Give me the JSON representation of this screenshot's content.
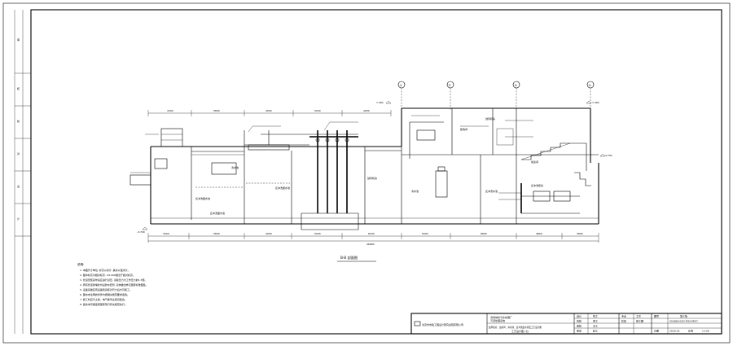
{
  "section_title": "B-B 剖面图",
  "axis_markers": [
    "①",
    "②",
    "③",
    "④"
  ],
  "room_labels": {
    "room_a": "反冲洗废水池",
    "room_b": "反冲洗废水池",
    "room_c": "反冲洗废水池",
    "room_d": "清水池",
    "room_e": "鼓风机房",
    "room_f": "配电间",
    "room_g": "鼓风机房",
    "room_h": "反冲洗泵房",
    "room_i": "加氯间",
    "tank_left": "清水池",
    "tank_mid": "反冲洗水池"
  },
  "notes": {
    "heading": "说明:",
    "lines": [
      "1. 本图尺寸单位, 标高以米计, 其余以毫米计。",
      "2. 图中标高为相对标高, ±0.000相当于绝对标高。",
      "3. 管道安装完毕后应进行试压, 试验压力为工作压力的1.5倍。",
      "4. 所有管道穿墙处均设防水套管, 具体做法参见国家标准图集。",
      "5. 设备基础应待设备到货核对尺寸后方可施工。",
      "6. 图中未注明的管件均按相关规范要求选用。",
      "7. 施工时应与土建、电气等专业密切配合。",
      "8. 其余未尽事宜按国家现行有关规范执行。"
    ]
  },
  "title_block": {
    "company": "北京市市政工程设计研究总院有限公司",
    "project_line1": "滨海城市污水处理厂",
    "project_line2": "污泥处理系统",
    "drawing_line1": "鼓风机房、加药间、清水池、反冲洗废水池及工艺设计图",
    "drawing_line2": "工艺设计图 (七)",
    "role_1": "设计",
    "role_2": "校核",
    "role_3": "审核",
    "role_4": "审定",
    "name_1": "张工",
    "name_2": "李工",
    "name_3": "王工",
    "name_4": "赵工",
    "col_head_1": "专业",
    "col_head_2": "工艺",
    "col_head_3": "阶段",
    "col_head_4": "施工图",
    "stage_label": "图号",
    "stage_value": "第三版",
    "drawing_no": "2016BJSS-GS02-PS2014PS07",
    "date_label": "日期",
    "date_value": "2016.03",
    "scale_label": "比例",
    "scale_value": "1:100"
  }
}
